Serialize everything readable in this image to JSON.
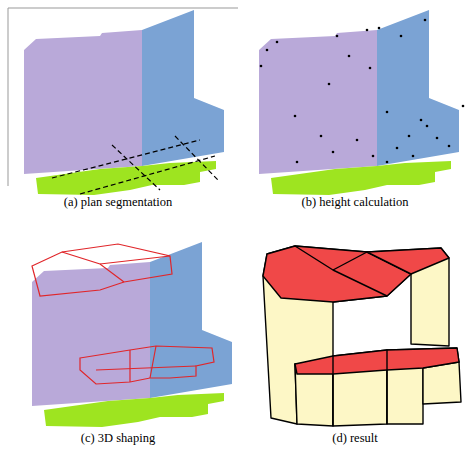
{
  "diagram": {
    "labels": [
      "(a) plan segmentation",
      "(b) height calculation",
      "(c) 3D shaping",
      "(d) result"
    ]
  }
}
